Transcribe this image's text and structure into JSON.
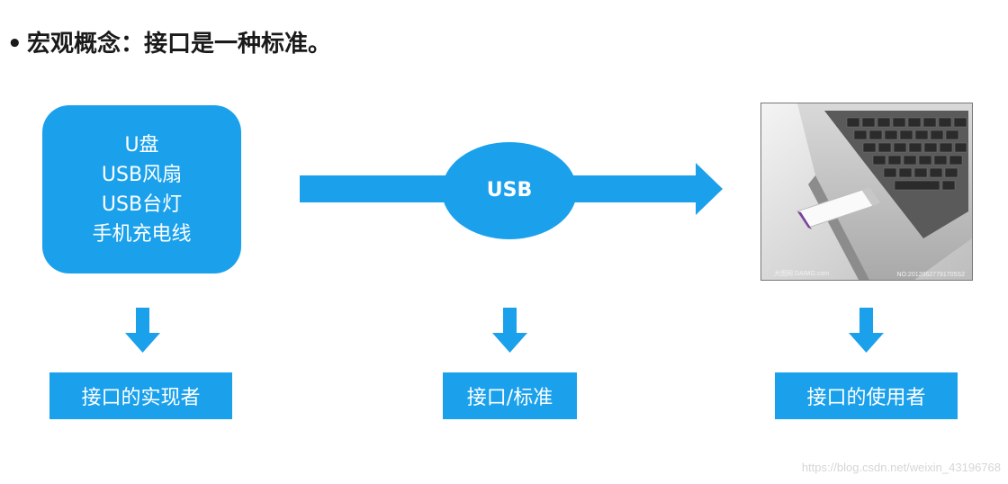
{
  "title": {
    "bullet": "•",
    "text": "宏观概念：接口是一种标准。"
  },
  "implementers": {
    "items": [
      "U盘",
      "USB风扇",
      "USB台灯",
      "手机充电线"
    ]
  },
  "center_node": {
    "label": "USB"
  },
  "photo": {
    "watermark_left": "大图网 DAIMG.com",
    "watermark_right": "NO:20120627791705S2"
  },
  "bottom_labels": {
    "implementer": "接口的实现者",
    "standard": "接口/标准",
    "user": "接口的使用者"
  },
  "footer": {
    "watermark": "https://blog.csdn.net/weixin_43196768"
  },
  "colors": {
    "accent": "#1ba1ec",
    "text": "#1a1a1a",
    "watermark": "#d6d6d6"
  }
}
